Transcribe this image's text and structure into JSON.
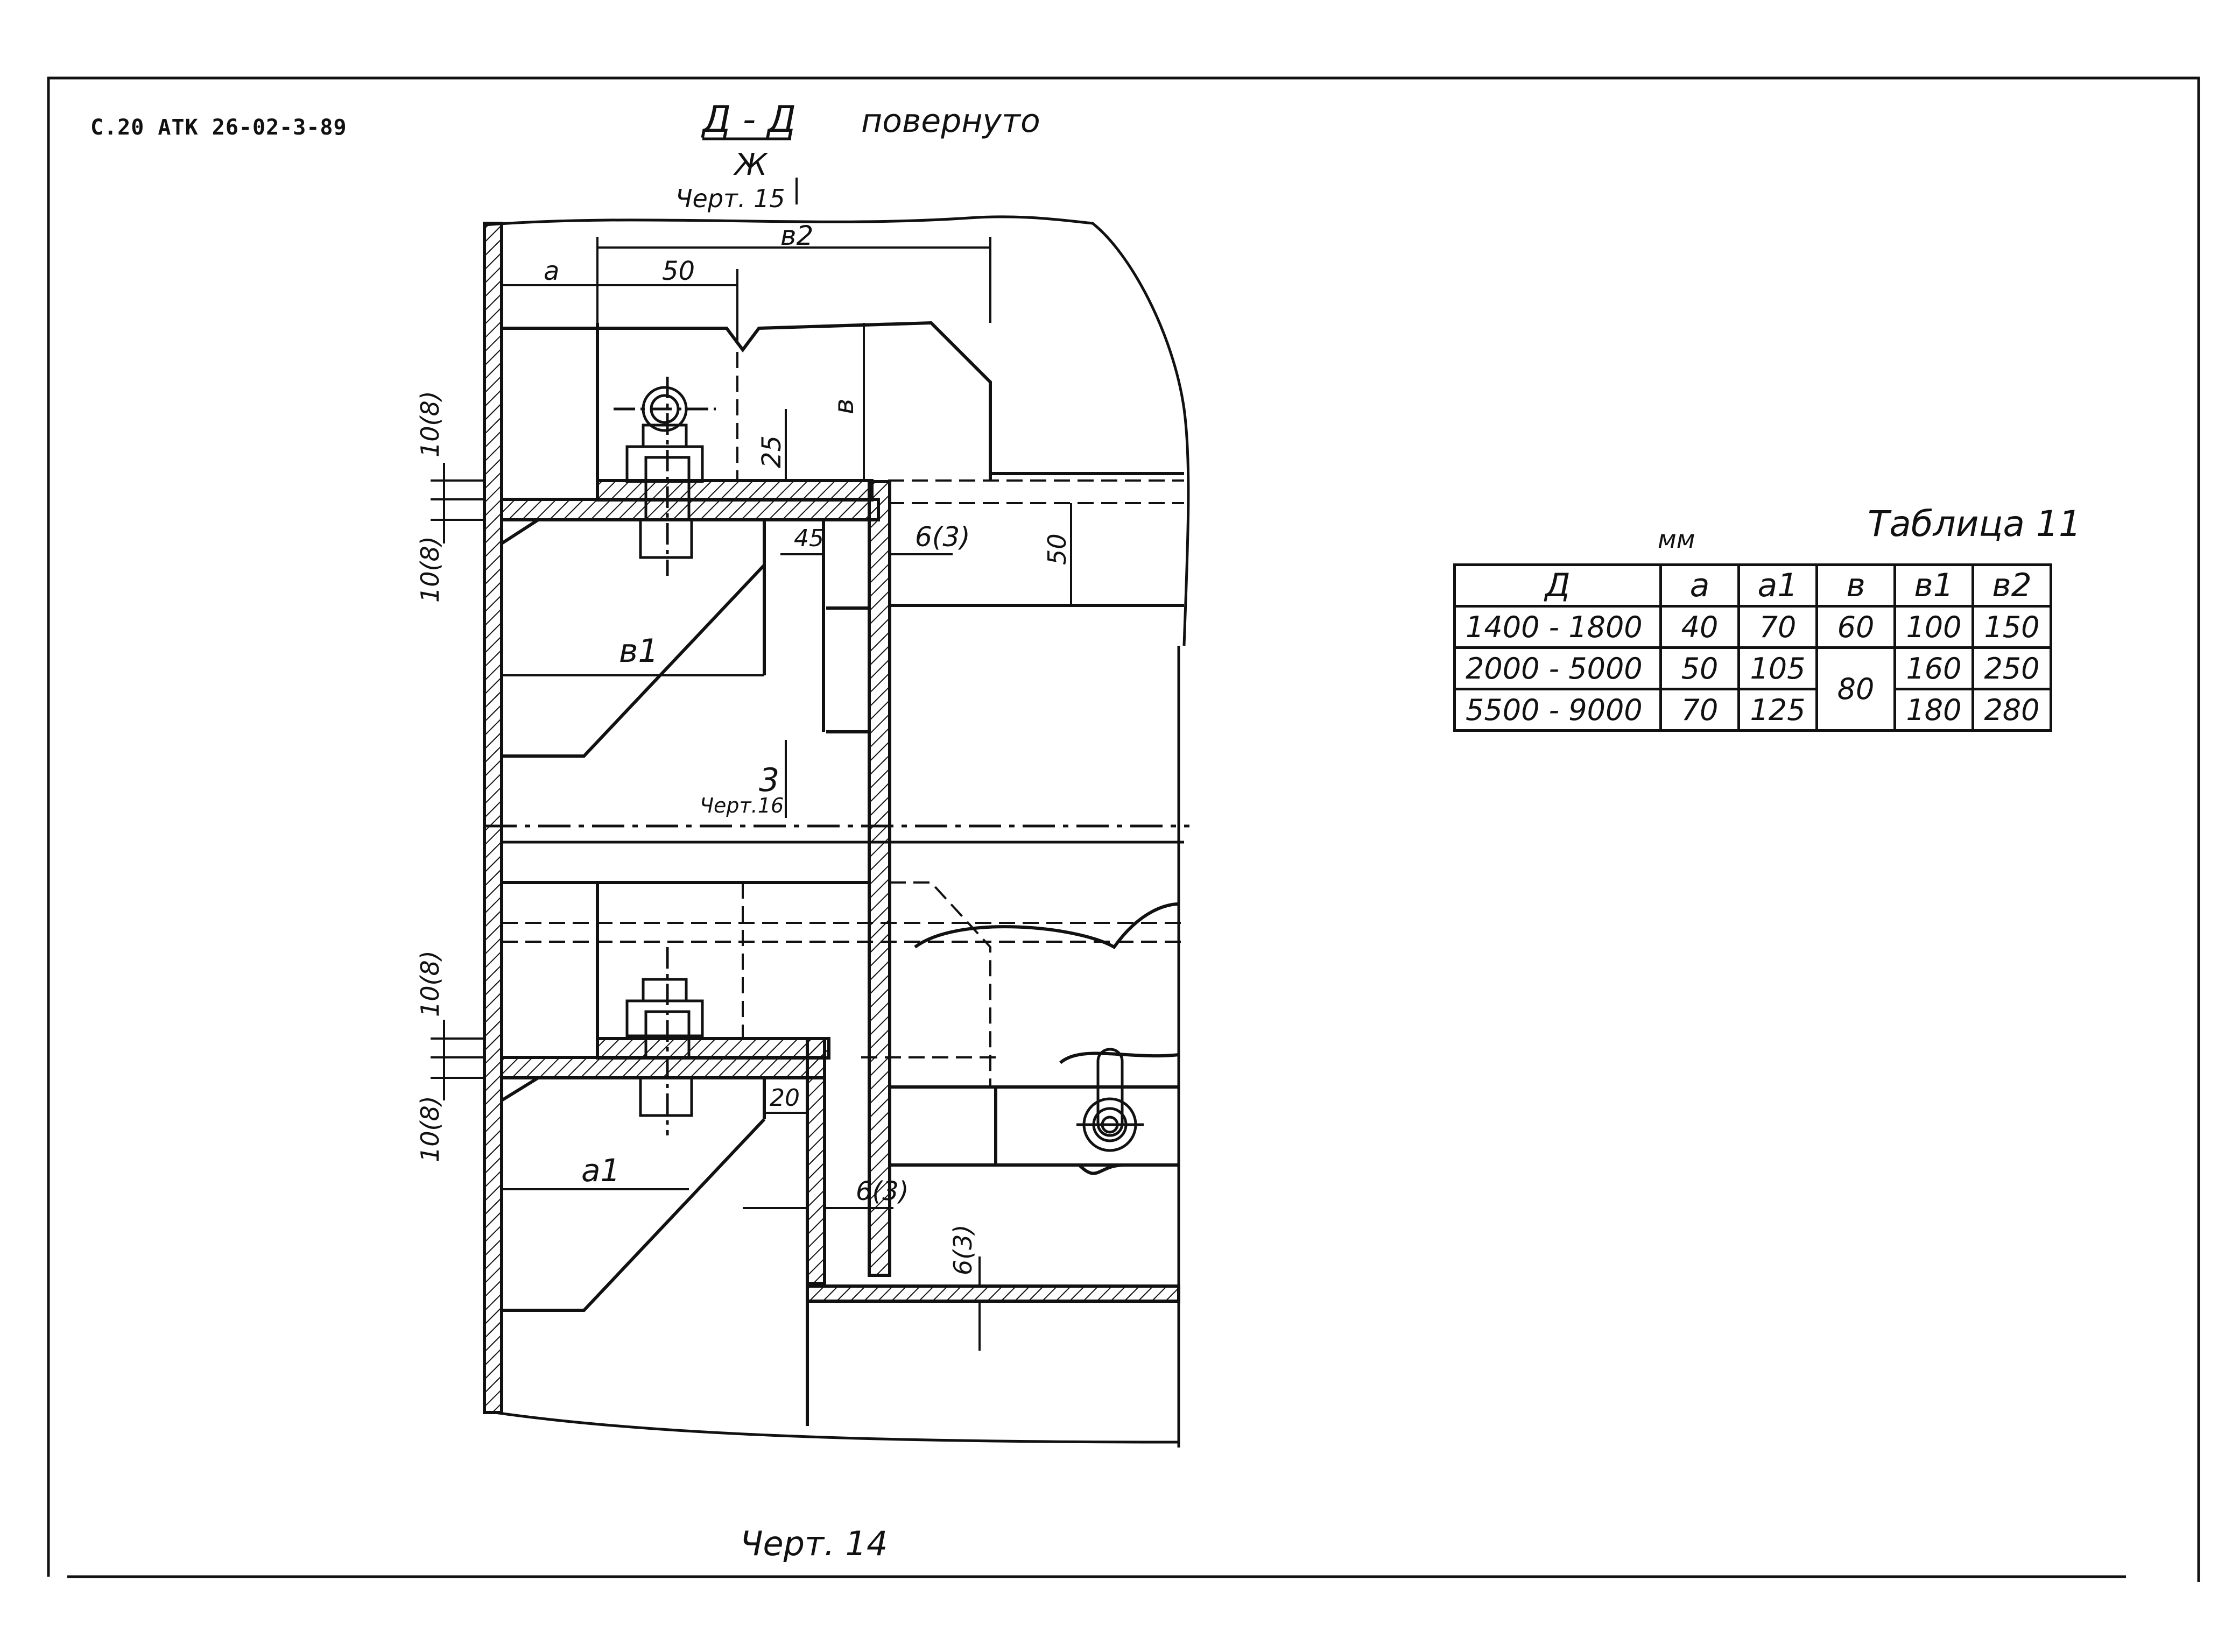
{
  "header": {
    "code": "С.20 АТК 26-02-3-89"
  },
  "drawing": {
    "section_label": "Д - Д",
    "section_note": "повернуто",
    "view_letter_top": "Ж",
    "ref_top": "Черт. 15",
    "ref_middle_letter": "3",
    "ref_middle": "Черт.16",
    "caption": "Черт. 14",
    "dims": {
      "a": "а",
      "d50_top": "50",
      "b2": "в2",
      "b": "в",
      "d25": "25",
      "d10_8_a": "10(8)",
      "d10_8_b": "10(8)",
      "d45": "45",
      "d6_3_a": "6(3)",
      "d50_right": "50",
      "b1": "в1",
      "d10_8_c": "10(8)",
      "d10_8_d": "10(8)",
      "d20": "20",
      "a1": "а1",
      "d6_3_b": "6(3)",
      "d6_3_c": "6(3)"
    }
  },
  "table": {
    "title": "Таблица 11",
    "unit": "мм",
    "headers": [
      "Д",
      "а",
      "а1",
      "в",
      "в1",
      "в2"
    ],
    "rows": [
      {
        "d": "1400 - 1800",
        "a": "40",
        "a1": "70",
        "b": "60",
        "b1": "100",
        "b2": "150"
      },
      {
        "d": "2000 - 5000",
        "a": "50",
        "a1": "105",
        "b": "80",
        "b1": "160",
        "b2": "250"
      },
      {
        "d": "5500 - 9000",
        "a": "70",
        "a1": "125",
        "b": "",
        "b1": "180",
        "b2": "280"
      }
    ]
  }
}
